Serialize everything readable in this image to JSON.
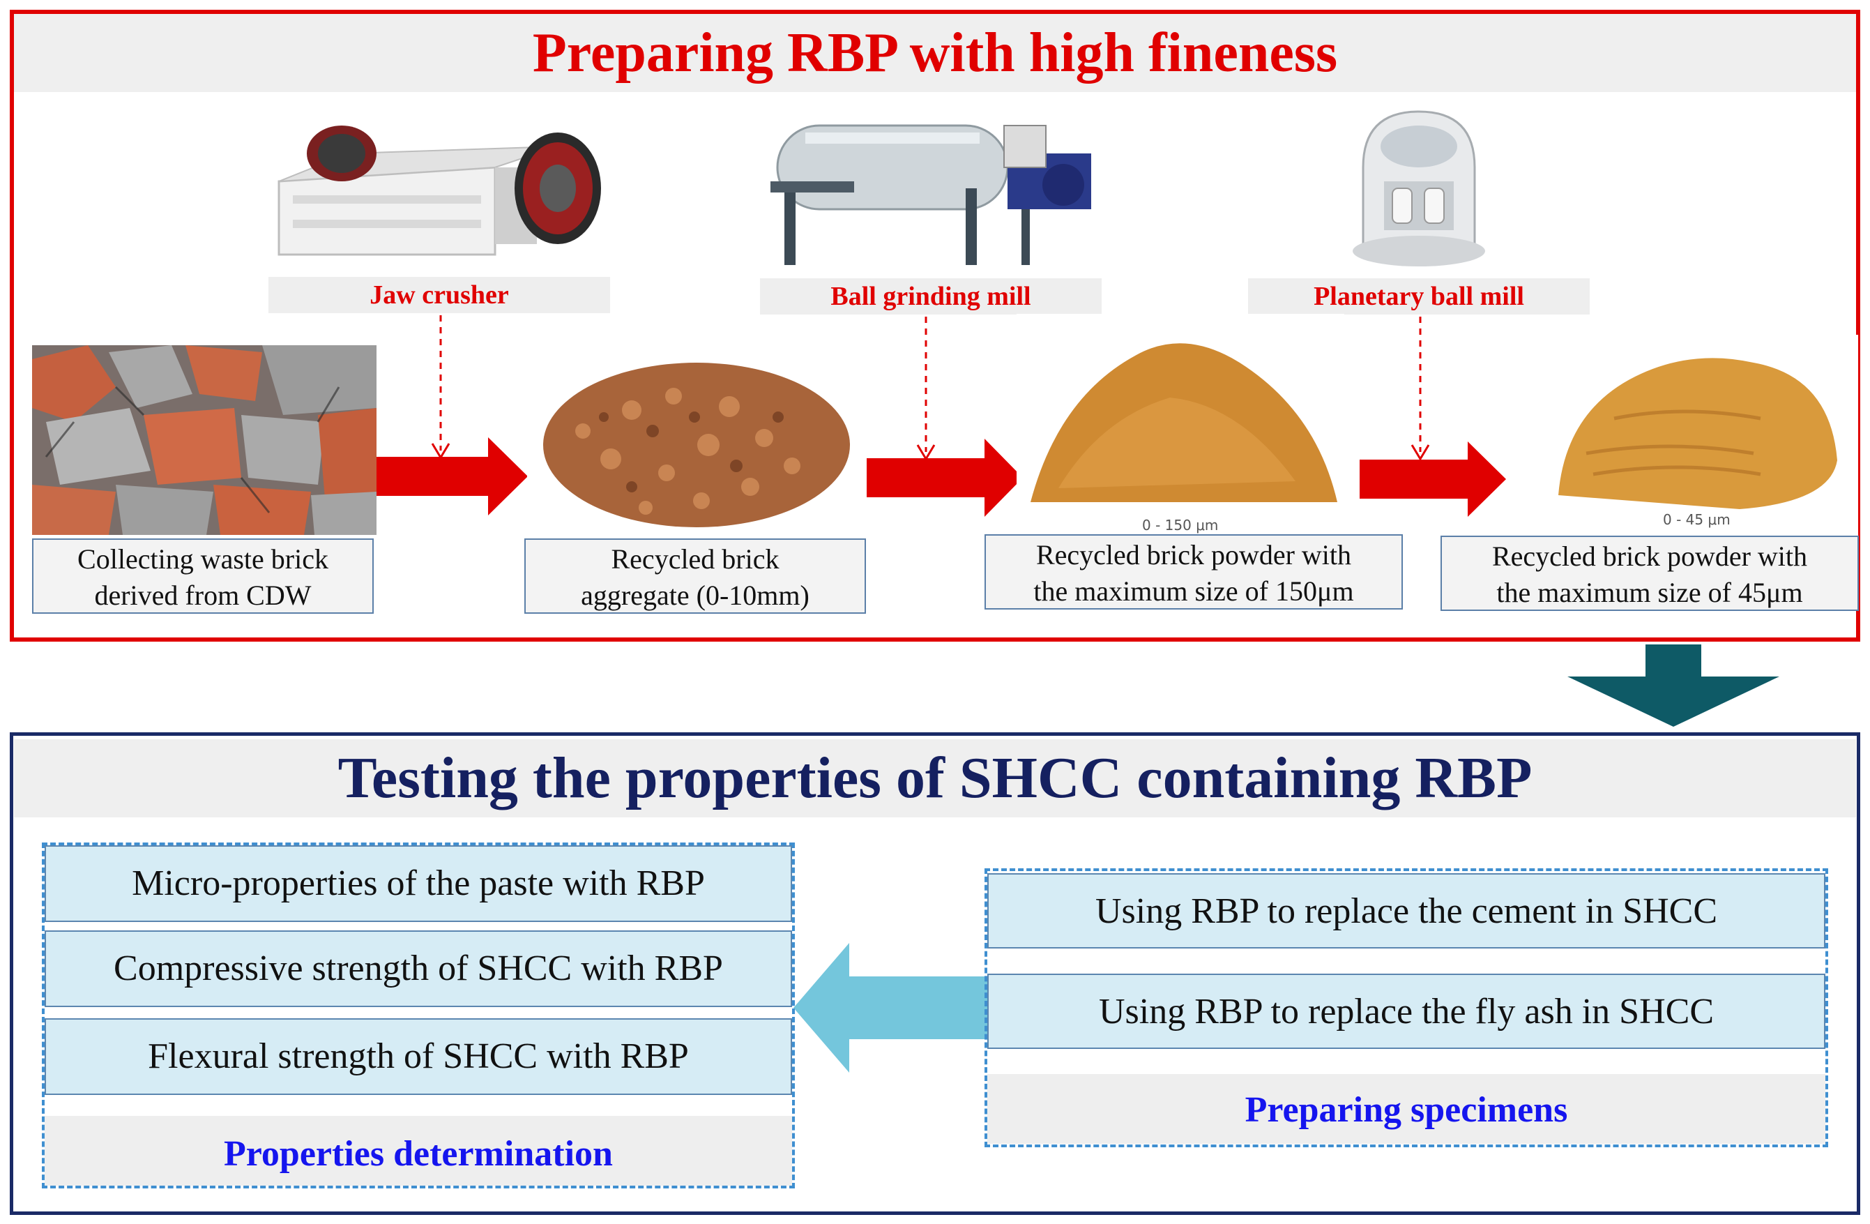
{
  "top": {
    "title": "Preparing RBP with high fineness",
    "machines": [
      {
        "label": "Jaw crusher",
        "icon": "jaw-crusher-icon"
      },
      {
        "label": "Ball grinding mill",
        "icon": "ball-mill-icon"
      },
      {
        "label": "Planetary ball mill",
        "icon": "planetary-mill-icon"
      }
    ],
    "stages": [
      {
        "line1": "Collecting waste brick",
        "line2": "derived from CDW"
      },
      {
        "line1": "Recycled brick",
        "line2": "aggregate (0-10mm)"
      },
      {
        "line1": "Recycled brick powder with",
        "line2": "the maximum size of 150μm",
        "photo_caption": "0 - 150 μm"
      },
      {
        "line1": "Recycled brick powder with",
        "line2": "the maximum size of 45μm",
        "photo_caption": "0 - 45 μm"
      }
    ]
  },
  "bottom": {
    "title": "Testing the properties  of SHCC containing RBP",
    "properties": {
      "items": [
        "Micro-properties of the paste with RBP",
        "Compressive strength of SHCC with RBP",
        "Flexural strength of SHCC with RBP"
      ],
      "label": "Properties determination"
    },
    "specimens": {
      "items": [
        "Using RBP to replace the cement in SHCC",
        "Using RBP to replace the fly ash in SHCC"
      ],
      "label": "Preparing specimens"
    }
  },
  "colors": {
    "red": "#e00000",
    "navy": "#152060",
    "teal_arrow": "#0e5a66",
    "light_blue_arrow": "#74c6dc",
    "blue_label": "#1515ee"
  }
}
